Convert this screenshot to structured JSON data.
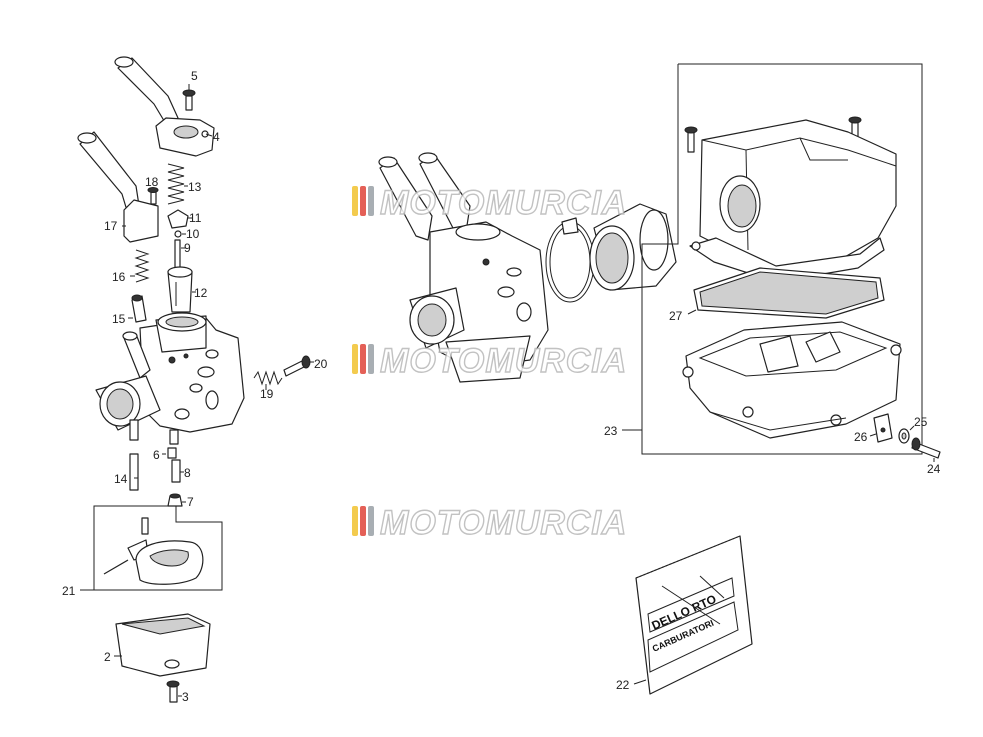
{
  "watermark": {
    "text": "MOTOMURCIA",
    "colors": [
      "#f2c230",
      "#e0453a",
      "#9aa0a6"
    ]
  },
  "callouts": {
    "c1": "5",
    "c2": "4",
    "c3": "18",
    "c4": "13",
    "c5": "17",
    "c6": "11",
    "c7": "10",
    "c8": "9",
    "c9": "16",
    "c10": "12",
    "c11": "15",
    "c12": "20",
    "c13": "19",
    "c14": "6",
    "c15": "14",
    "c16": "8",
    "c17": "7",
    "c18": "21",
    "c19": "2",
    "c20": "3",
    "c21": "27",
    "c22": "23",
    "c23": "25",
    "c24": "26",
    "c25": "24",
    "c26": "22"
  },
  "bag": {
    "brand": "DELLO RTO",
    "product": "CARBURATORI"
  }
}
